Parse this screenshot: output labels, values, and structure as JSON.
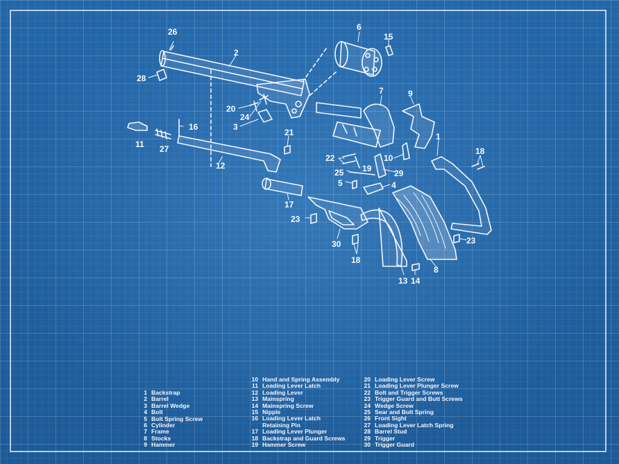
{
  "callouts": [
    "26",
    "2",
    "6",
    "15",
    "28",
    "7",
    "9",
    "20",
    "24",
    "3",
    "16",
    "21",
    "11",
    "27",
    "12",
    "22",
    "19",
    "10",
    "25",
    "29",
    "5",
    "4",
    "1",
    "18",
    "17",
    "23",
    "30",
    "18",
    "13",
    "14",
    "8",
    "23"
  ],
  "legend": {
    "col1": [
      {
        "num": "1",
        "name": "Backstrap"
      },
      {
        "num": "2",
        "name": "Barrel"
      },
      {
        "num": "3",
        "name": "Barrel Wedge"
      },
      {
        "num": "4",
        "name": "Bolt"
      },
      {
        "num": "5",
        "name": "Bolt Spring Screw"
      },
      {
        "num": "6",
        "name": "Cylinder"
      },
      {
        "num": "7",
        "name": "Frame"
      },
      {
        "num": "8",
        "name": "Stocks"
      },
      {
        "num": "9",
        "name": "Hammer"
      }
    ],
    "col2": [
      {
        "num": "10",
        "name": "Hand and Spring Assembly"
      },
      {
        "num": "11",
        "name": "Loading Lever Latch"
      },
      {
        "num": "12",
        "name": "Loading Lever"
      },
      {
        "num": "13",
        "name": "Mainspring"
      },
      {
        "num": "14",
        "name": "Mainspring Screw"
      },
      {
        "num": "15",
        "name": "Nipple"
      },
      {
        "num": "16",
        "name": "Loading Lever Latch",
        "cont": "Retaining Pin"
      },
      {
        "num": "17",
        "name": "Loading Lever Plunger"
      },
      {
        "num": "18",
        "name": "Backstrap and Guard Screws"
      },
      {
        "num": "19",
        "name": "Hammer Screw"
      }
    ],
    "col3": [
      {
        "num": "20",
        "name": "Loading Lever Screw"
      },
      {
        "num": "21",
        "name": "Loading Lever Plunger Screw"
      },
      {
        "num": "22",
        "name": "Bolt and Trigger Screws"
      },
      {
        "num": "23",
        "name": "Trigger Guard and Butt Screws"
      },
      {
        "num": "24",
        "name": "Wedge Screw"
      },
      {
        "num": "25",
        "name": "Sear and Bolt Spring"
      },
      {
        "num": "26",
        "name": "Front Sight"
      },
      {
        "num": "27",
        "name": "Loading Lever Latch Spring"
      },
      {
        "num": "28",
        "name": "Barrel Stud"
      },
      {
        "num": "29",
        "name": "Trigger"
      },
      {
        "num": "30",
        "name": "Trigger Guard"
      }
    ]
  }
}
